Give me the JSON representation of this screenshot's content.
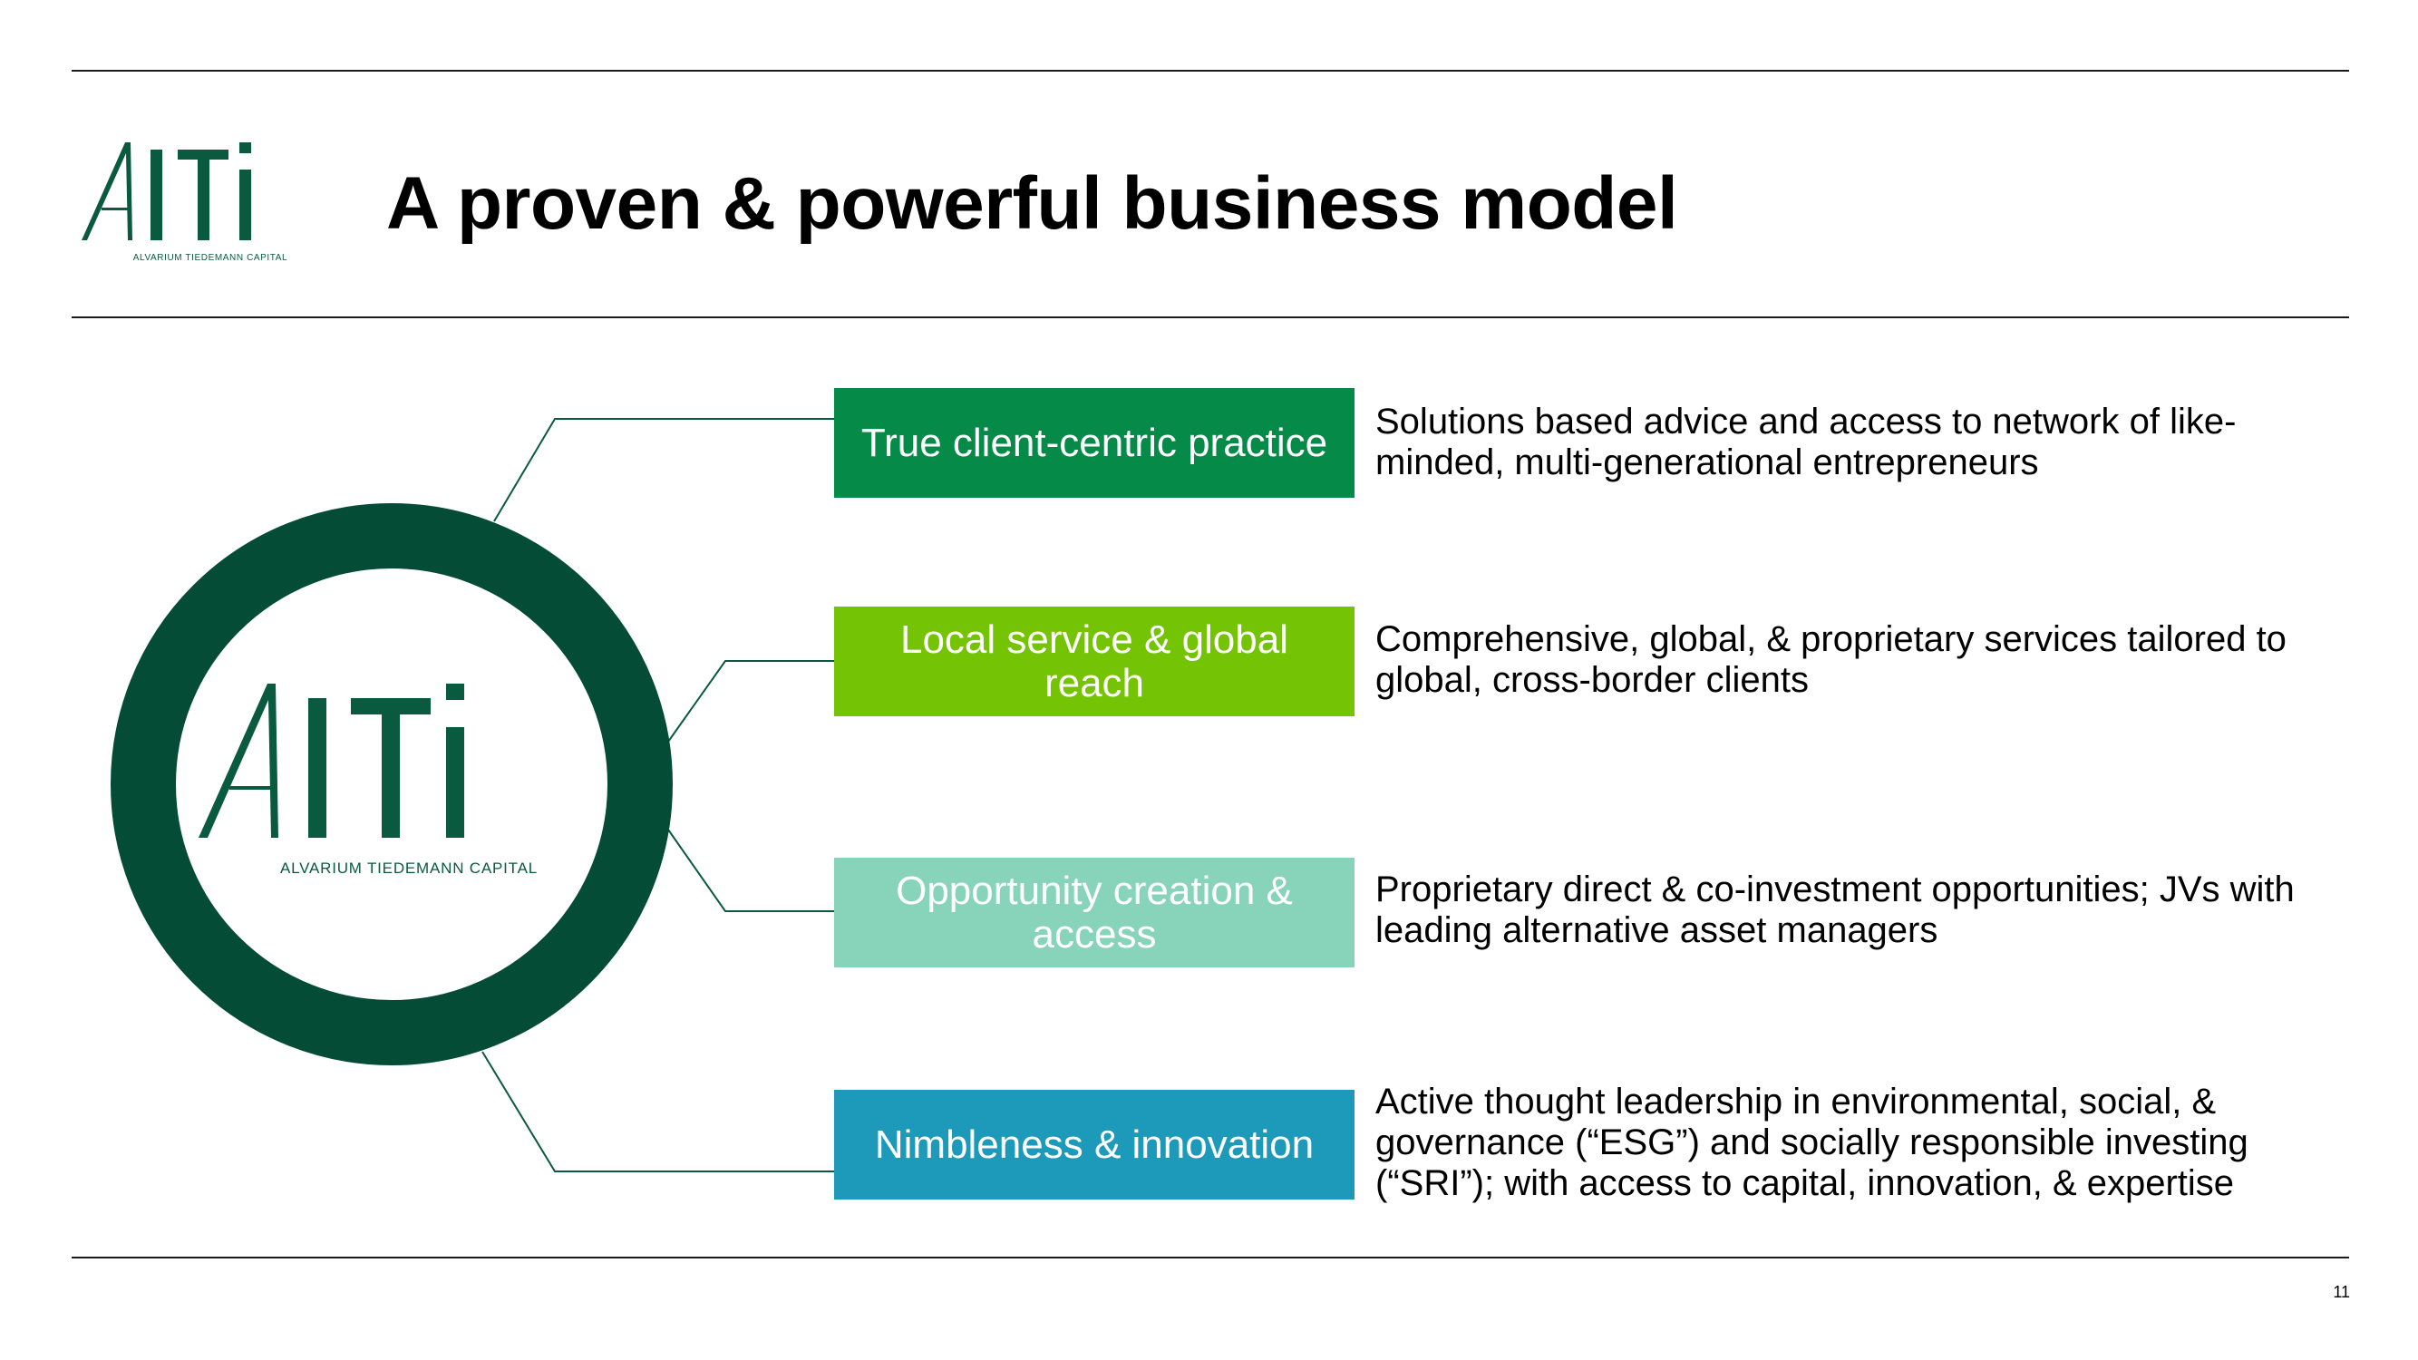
{
  "slide": {
    "title": "A proven & powerful business model",
    "page_number": "11"
  },
  "logo": {
    "wordmark": "AlTi",
    "tagline": "ALVARIUM TIEDEMANN CAPITAL",
    "color": "#0a5a40"
  },
  "colors": {
    "ring": "#054c37",
    "connector": "#0a5a40",
    "pill_1": "#058a48",
    "pill_2": "#74c305",
    "pill_3": "#88d4bb",
    "pill_4": "#1d9ab9"
  },
  "pillars": [
    {
      "label": "True client-centric practice",
      "description": "Solutions based advice and access to network of like-minded, multi-generational entrepreneurs"
    },
    {
      "label": "Local service & global reach",
      "description": "Comprehensive, global, & proprietary services tailored to global, cross-border clients"
    },
    {
      "label": "Opportunity creation & access",
      "description": "Proprietary direct & co-investment opportunities; JVs with leading alternative asset managers"
    },
    {
      "label": "Nimbleness & innovation",
      "description": "Active thought leadership in environmental, social, & governance (“ESG”) and socially responsible investing (“SRI”); with access to capital, innovation, & expertise"
    }
  ]
}
